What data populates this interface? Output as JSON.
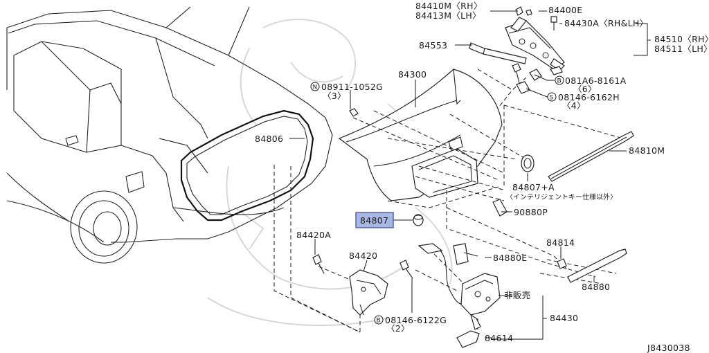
{
  "diagram_code": "J8430038",
  "labels": {
    "p84410m": "84410M〈RH〉",
    "p84413m": "84413M〈LH〉",
    "p84400e": "84400E",
    "p84430a": "84430A〈RH&LH〉",
    "p84510": "84510〈RH〉",
    "p84511": "84511〈LH〉",
    "p84553": "84553",
    "p84300": "84300",
    "p081a6_num": "081A6-8161A",
    "p081a6_qty": "〈6〉",
    "p08146_6162_num": "08146-6162H",
    "p08146_6162_qty": "〈4〉",
    "p08911_num": "08911-1052G",
    "p08911_qty": "〈3〉",
    "p84806": "84806",
    "p84810m": "84810M",
    "p84807a": "84807+A",
    "p84807a_note": "〈インテリジェントキー仕様以外〉",
    "p90880p": "90880P",
    "p84807": "84807",
    "p84420a": "84420A",
    "p84420": "84420",
    "p84880e": "84880E",
    "p84814": "84814",
    "p84880": "84880",
    "not_sold": "非販売",
    "p84430": "84430",
    "p08146_6122_num": "08146-6122G",
    "p08146_6122_qty": "〈2〉",
    "p84614": "84614"
  },
  "callout_symbols": {
    "n_symbol": "N",
    "b_symbol": "B",
    "s_symbol": "S"
  },
  "colors": {
    "highlight": "#a9b7e6",
    "line": "#1a1a1a",
    "watermark": "#d7d7d7"
  },
  "highlighted_part": "84807"
}
